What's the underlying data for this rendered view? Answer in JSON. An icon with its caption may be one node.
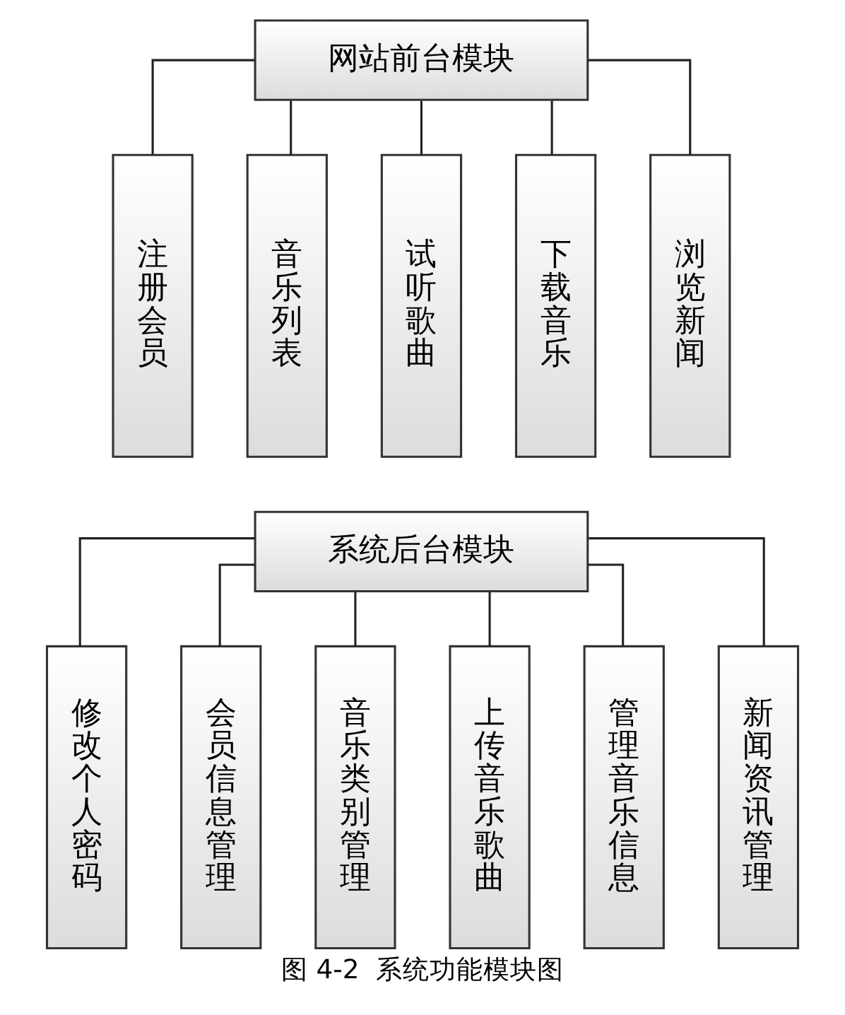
{
  "diagram": {
    "caption": "图 4-2  系统功能模块图",
    "nodes": [
      {
        "text": [
          "网站前台模块"
        ]
      },
      {
        "text": [
          "注册会员"
        ]
      },
      {
        "text": [
          "音乐列表"
        ]
      },
      {
        "text": [
          "试听歌曲"
        ]
      },
      {
        "text": [
          "下载音乐"
        ]
      },
      {
        "text": [
          "浏览新闻"
        ]
      },
      {
        "text": [
          "系统后台模块"
        ]
      },
      {
        "text": [
          "修改个人密码"
        ]
      },
      {
        "text": [
          "会员信息管理"
        ]
      },
      {
        "text": [
          "音乐类别管理"
        ]
      },
      {
        "text": [
          "上传音乐歌曲"
        ]
      },
      {
        "text": [
          "管理音乐信息"
        ]
      },
      {
        "text": [
          "新闻资讯管理"
        ]
      }
    ],
    "edges": [
      {
        "from": 0,
        "to": 1,
        "arrow": "none"
      },
      {
        "from": 0,
        "to": 2,
        "arrow": "none"
      },
      {
        "from": 0,
        "to": 3,
        "arrow": "none"
      },
      {
        "from": 0,
        "to": 4,
        "arrow": "none"
      },
      {
        "from": 0,
        "to": 5,
        "arrow": "none"
      },
      {
        "from": 6,
        "to": 7,
        "arrow": "none"
      },
      {
        "from": 6,
        "to": 8,
        "arrow": "none"
      },
      {
        "from": 6,
        "to": 9,
        "arrow": "none"
      },
      {
        "from": 6,
        "to": 10,
        "arrow": "none"
      },
      {
        "from": 6,
        "to": 11,
        "arrow": "none"
      },
      {
        "from": 6,
        "to": 12,
        "arrow": "none"
      }
    ]
  }
}
